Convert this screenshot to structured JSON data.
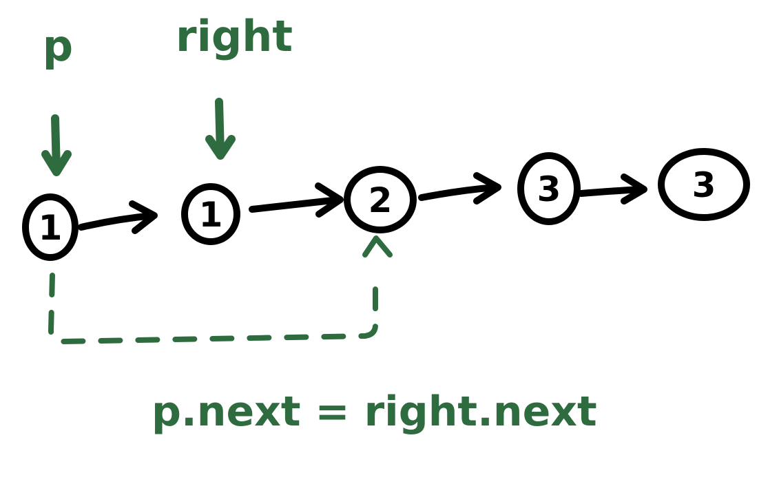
{
  "colors": {
    "ink": "#000000",
    "annotation": "#2e6b3f",
    "background": "#ffffff"
  },
  "nodes": [
    {
      "value": "1"
    },
    {
      "value": "1"
    },
    {
      "value": "2"
    },
    {
      "value": "3"
    },
    {
      "value": "3"
    }
  ],
  "pointers": {
    "p": "p",
    "right": "right"
  },
  "annotation": {
    "assignment": "p.next = right.next"
  }
}
